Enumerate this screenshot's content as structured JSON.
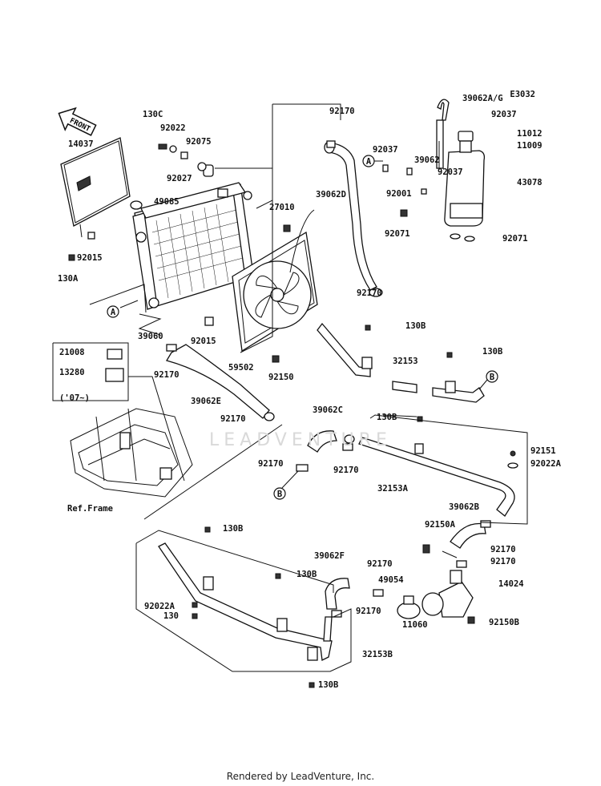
{
  "diagram_code": "E3032",
  "front_label": "FRONT",
  "watermark": "LEADVENTURE",
  "footer": "Rendered by LeadVenture, Inc.",
  "callouts": {
    "A": "A",
    "B": "B"
  },
  "parts": [
    "130C",
    "92022",
    "92075",
    "92027",
    "14037",
    "49085",
    "92015",
    "130A",
    "39060",
    "92170",
    "39062A/G",
    "92037",
    "11012",
    "11009",
    "39062",
    "92037",
    "92037",
    "43078",
    "92001",
    "92071",
    "92071",
    "39062D",
    "27010",
    "92170",
    "130B",
    "130B",
    "32153",
    "21008",
    "13280",
    "('07~)",
    "92170",
    "59502",
    "92015",
    "39062E",
    "92150",
    "92170",
    "39062C",
    "130B",
    "92151",
    "92022A",
    "92170",
    "32153A",
    "92170",
    "39062B",
    "Ref.Frame",
    "92150A",
    "92170",
    "92170",
    "130B",
    "39062F",
    "92170",
    "49054",
    "14024",
    "130B",
    "92022A",
    "130",
    "92170",
    "11060",
    "92150B",
    "32153B",
    "130B"
  ]
}
